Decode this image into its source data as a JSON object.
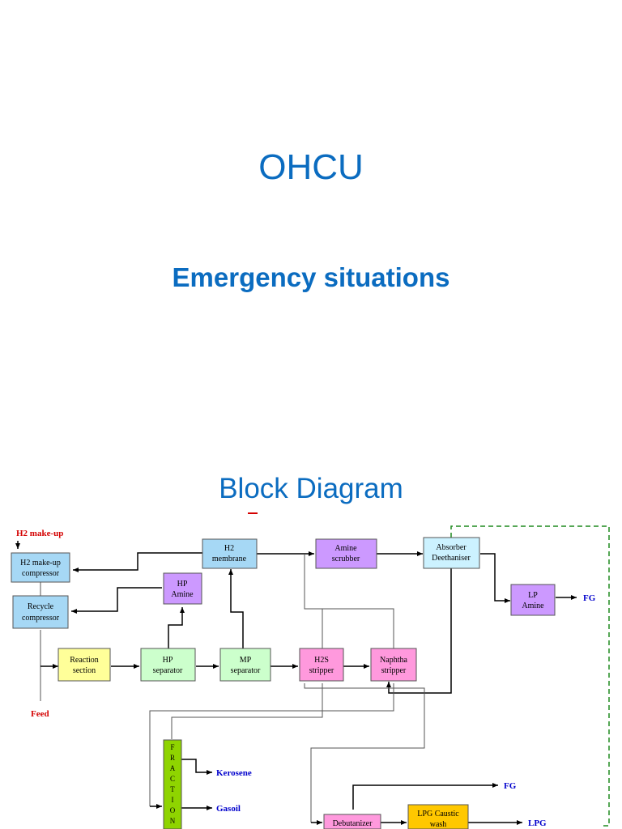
{
  "slide": {
    "title": "OHCU",
    "subtitle": "Emergency situations",
    "section_heading": "Block Diagram"
  },
  "diagram": {
    "inputs": {
      "h2_makeup": "H2 make-up",
      "feed": "Feed"
    },
    "blocks": {
      "h2_makeup_compressor": [
        "H2 make-up",
        "compressor"
      ],
      "recycle_compressor": [
        "Recycle",
        "compressor"
      ],
      "reaction_section": [
        "Reaction",
        "section"
      ],
      "hp_separator": [
        "HP",
        "separator"
      ],
      "hp_amine": [
        "HP",
        "Amine"
      ],
      "h2_membrane": [
        "H2",
        "membrane"
      ],
      "mp_separator": [
        "MP",
        "separator"
      ],
      "amine_scrubber": [
        "Amine",
        "scrubber"
      ],
      "h2s_stripper": [
        "H2S",
        "stripper"
      ],
      "naphtha_stripper": [
        "Naphtha",
        "stripper"
      ],
      "absorber_deethaniser": [
        "Absorber",
        "Deethaniser"
      ],
      "lp_amine": [
        "LP",
        "Amine"
      ],
      "fractionator": [
        "F",
        "R",
        "A",
        "C",
        "T",
        "I",
        "O",
        "N"
      ],
      "debutanizer": [
        "Debutanizer"
      ],
      "lpg_caustic_wash": [
        "LPG Caustic",
        "wash"
      ]
    },
    "outputs": {
      "fg_top": "FG",
      "kerosene": "Kerosene",
      "gasoil": "Gasoil",
      "fg_bottom": "FG",
      "lpg": "LPG"
    },
    "colors": {
      "blue_block": "#a6d8f5",
      "purple_block": "#cc99ff",
      "yellow_block": "#ffff99",
      "green_block": "#ccffcc",
      "pink_block": "#ff99dd",
      "ltblue_block": "#ccf2ff",
      "fract_block": "#8fd400",
      "orange_block": "#ffc800",
      "accent_blue": "#0b6cc0",
      "label_red": "#d40000",
      "label_blue": "#0000cc",
      "recycle_dash": "#1e8a1e"
    }
  }
}
